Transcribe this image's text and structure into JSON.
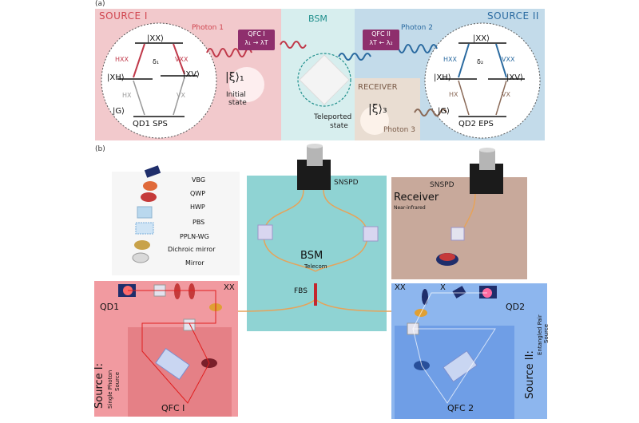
{
  "panel_a": {
    "label": "(a)",
    "source1": {
      "title": "SOURCE I",
      "photon": "Photon 1",
      "qfc_title": "QFC I",
      "qfc_conv": "λ₁ → λT",
      "state_ket": "|ξ⟩₁",
      "state_caption_1": "Initial",
      "state_caption_2": "state",
      "levels": {
        "xx": "|XX⟩",
        "xh": "|XH⟩",
        "xv": "|XV⟩",
        "g": "|G⟩"
      },
      "transitions": {
        "hxx": "HXX",
        "vxx": "VXX",
        "hx": "HX",
        "vx": "VX",
        "delta": "δ₁"
      },
      "dot_label": "QD1 SPS"
    },
    "bsm": {
      "title": "BSM",
      "caption_1": "Teleported",
      "caption_2": "state"
    },
    "source2": {
      "title": "SOURCE II",
      "photon": "Photon 2",
      "qfc_title": "QFC II",
      "qfc_conv": "λT ← λ₂",
      "levels": {
        "xx": "|XX⟩",
        "xh": "|XH⟩",
        "xv": "|XV⟩",
        "g": "|G⟩"
      },
      "transitions": {
        "hxx": "HXX",
        "vxx": "VXX",
        "hx": "HX",
        "vx": "VX",
        "delta": "δ₂"
      },
      "dot_label": "QD2 EPS"
    },
    "receiver": {
      "title": "RECEIVER",
      "photon": "Photon 3",
      "state_ket": "|ξ⟩₃"
    }
  },
  "panel_b": {
    "label": "(b)",
    "legend": [
      "VBG",
      "QWP",
      "HWP",
      "PBS",
      "PPLN-WG",
      "Dichroic mirror",
      "Mirror"
    ],
    "bsm": {
      "detector": "SNSPD",
      "title": "BSM",
      "subtitle": "Telecom",
      "fbs": "FBS"
    },
    "receiver": {
      "detector": "SNSPD",
      "title": "Receiver",
      "subtitle": "Near-infrared"
    },
    "source1": {
      "qd": "QD1",
      "xx": "XX",
      "qfc": "QFC I",
      "title": "Source I:",
      "subtitle_1": "Single Photon",
      "subtitle_2": "Source"
    },
    "source2": {
      "qd": "QD2",
      "xx": "XX",
      "x": "X",
      "qfc": "QFC 2",
      "title": "Source II:",
      "subtitle_1": "Entangled Pair",
      "subtitle_2": "Source"
    }
  },
  "colors": {
    "source1_bg": "#f2c9cc",
    "source2_bg": "#c3dbea",
    "bsm_bg": "#d7eeee",
    "receiver_bg": "#e6d9cf",
    "b_source1": "#f19aa0",
    "b_source2": "#8fb8ee",
    "b_bsm": "#80cfd0",
    "b_receiver": "#c8a89a"
  }
}
